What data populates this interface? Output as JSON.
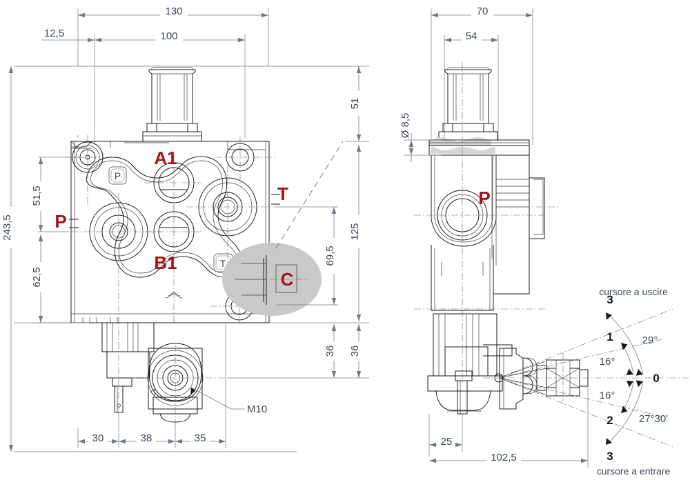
{
  "drawing": {
    "title": "Hydraulic directional control valve dimensional drawing",
    "accent_red": "#a51319",
    "dim_color": "#3c4858",
    "highlight_fill": "#c9c9c9"
  },
  "front_view": {
    "name": "front-view",
    "port_labels": {
      "a1": "A1",
      "b1": "B1",
      "p": "P",
      "t": "T",
      "c": "C",
      "etch_p": "P",
      "etch_t": "T"
    },
    "callouts": {
      "m10": "M10"
    },
    "dimensions": {
      "top_overall": "130",
      "top_inner": "100",
      "top_left_offset": "12,5",
      "right_top": "51",
      "right_mid": "125",
      "right_inner": "69,5",
      "right_bottom_inner": "36",
      "right_bottom_outer": "36",
      "left_overall": "243,5",
      "left_upper": "51,5",
      "left_lower": "62,5",
      "bottom_a": "30",
      "bottom_b": "38",
      "bottom_c": "35"
    }
  },
  "side_view": {
    "name": "side-view",
    "port_labels": {
      "p": "P"
    },
    "dimensions": {
      "top_overall": "70",
      "top_inner": "54",
      "hole_dia": "Ø 8,5",
      "bottom_inner": "25",
      "bottom_overall": "102,5"
    }
  },
  "lever_diagram": {
    "name": "lever-travel-diagram",
    "caption_top": "cursore a uscire",
    "caption_bottom": "cursore a entrare",
    "positions": {
      "neutral": "0",
      "pos1": "1",
      "pos2": "2",
      "pos3_top": "3",
      "pos3_bottom": "3"
    },
    "angles": {
      "upper_inner": "16°",
      "lower_inner": "16°",
      "upper_outer": "29°",
      "lower_outer": "27°30'"
    }
  }
}
